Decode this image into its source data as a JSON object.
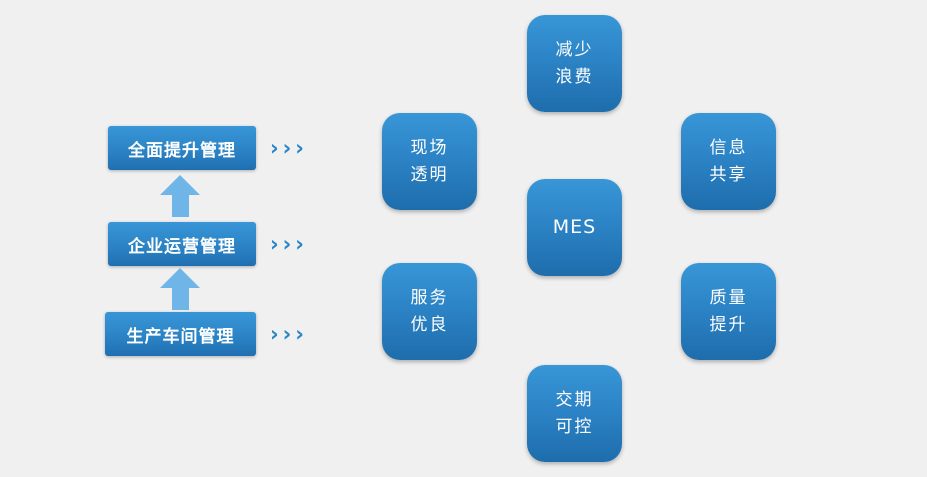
{
  "canvas": {
    "background_color": "#f0f0f0"
  },
  "colors": {
    "node_blue_top": "#3896d7",
    "node_blue_bottom": "#1e6dac",
    "arrow_light_blue": "#6fb5e7",
    "chevron_blue": "#2a85c7",
    "text_white": "#ffffff"
  },
  "left_flow": {
    "chevron": "›››",
    "boxes": [
      {
        "label": "全面提升管理"
      },
      {
        "label": "企业运营管理"
      },
      {
        "label": "生产车间管理"
      }
    ]
  },
  "feature_nodes": {
    "site_transparent": {
      "line1": "现场",
      "line2": "透明"
    },
    "service_quality": {
      "line1": "服务",
      "line2": "优良"
    },
    "reduce_waste": {
      "line1": "减少",
      "line2": "浪费"
    },
    "mes": {
      "label": "MES"
    },
    "delivery_control": {
      "line1": "交期",
      "line2": "可控"
    },
    "info_sharing": {
      "line1": "信息",
      "line2": "共享"
    },
    "quality_improve": {
      "line1": "质量",
      "line2": "提升"
    }
  }
}
